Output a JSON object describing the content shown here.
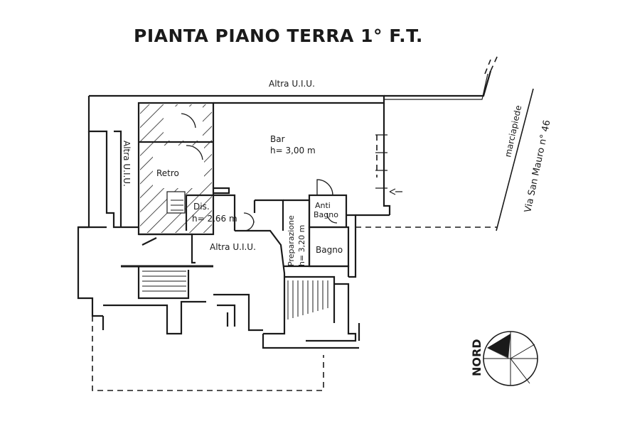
{
  "title": "PIANTA PIANO TERRA 1° F.T.",
  "rooms": {
    "altra_top": "Altra U.I.U.",
    "altra_left": "Altra U.I.U.",
    "altra_middle": "Altra U.I.U.",
    "bar_name": "Bar",
    "bar_height": "h= 3,00 m",
    "retro": "Retro",
    "dis_name": "Dis.",
    "dis_height": "h= 2,66 m",
    "anti_bagno_1": "Anti",
    "anti_bagno_2": "Bagno",
    "bagno": "Bagno",
    "preparazione_name": "Preparazione",
    "preparazione_height": "h= 3,20 m"
  },
  "street": {
    "marciapiede": "marciapiede",
    "via": "Via San Mauro n° 46"
  },
  "compass": {
    "label": "NORD"
  },
  "colors": {
    "wall": "#1a1a1a",
    "paper": "#ffffff"
  }
}
